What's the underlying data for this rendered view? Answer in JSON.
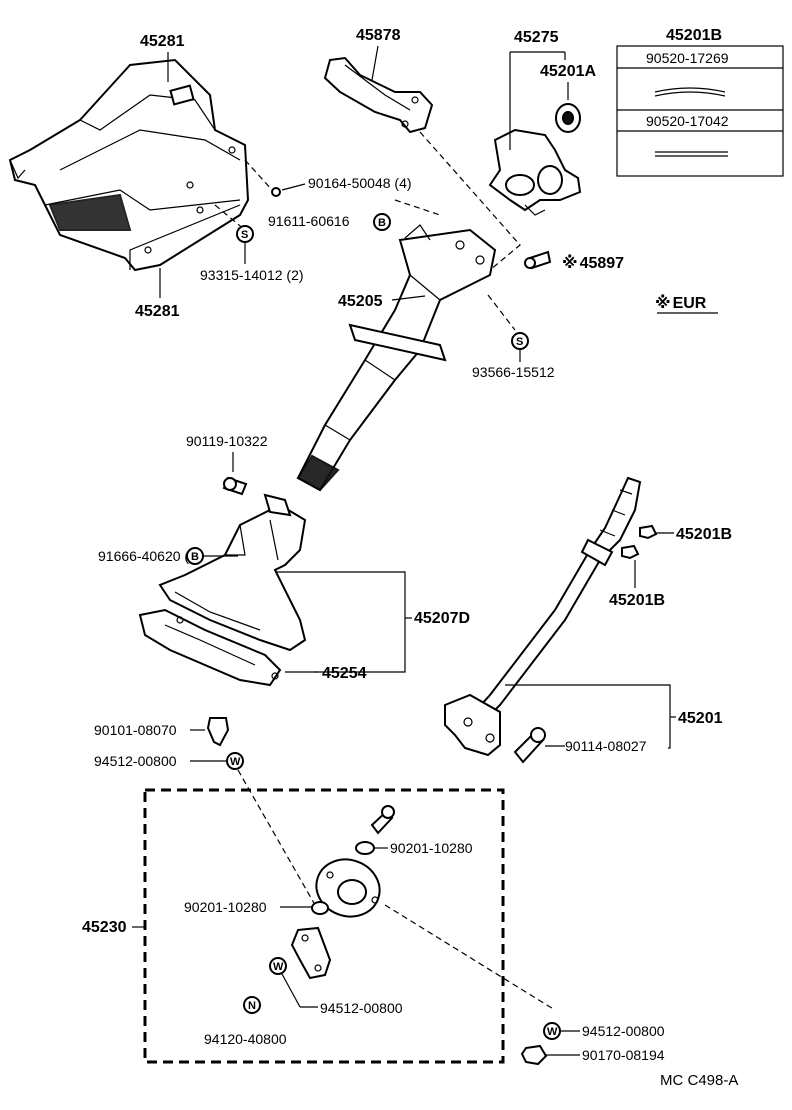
{
  "parts": {
    "p45281_top": "45281",
    "p45281_bottom": "45281",
    "p45878": "45878",
    "p45275": "45275",
    "p45201A": "45201A",
    "p45201B_box": "45201B",
    "p90520_17269": "90520-17269",
    "p90520_17042": "90520-17042",
    "p90164": "90164-50048 (4)",
    "p91611": "91611-60616",
    "p93315": "93315-14012 (2)",
    "p45897": "45897",
    "p45205": "45205",
    "p93566": "93566-15512",
    "eur": "EUR",
    "p90119": "90119-10322",
    "p91666": "91666-40620 (6)",
    "p45207D": "45207D",
    "p45254": "45254",
    "p45201B_a": "45201B",
    "p45201B_b": "45201B",
    "p45201": "45201",
    "p90114": "90114-08027",
    "p90101": "90101-08070",
    "p94512_a": "94512-00800",
    "p90201_a": "90201-10280",
    "p45230": "45230",
    "p90201_b": "90201-10280",
    "p94512_b": "94512-00800",
    "p94120": "94120-40800",
    "p94512_c": "94512-00800",
    "p90170": "90170-08194",
    "ref": "MC  C498-A"
  },
  "symbols": {
    "s": "S",
    "b": "B",
    "w": "W",
    "n": "N",
    "kome": "※"
  }
}
